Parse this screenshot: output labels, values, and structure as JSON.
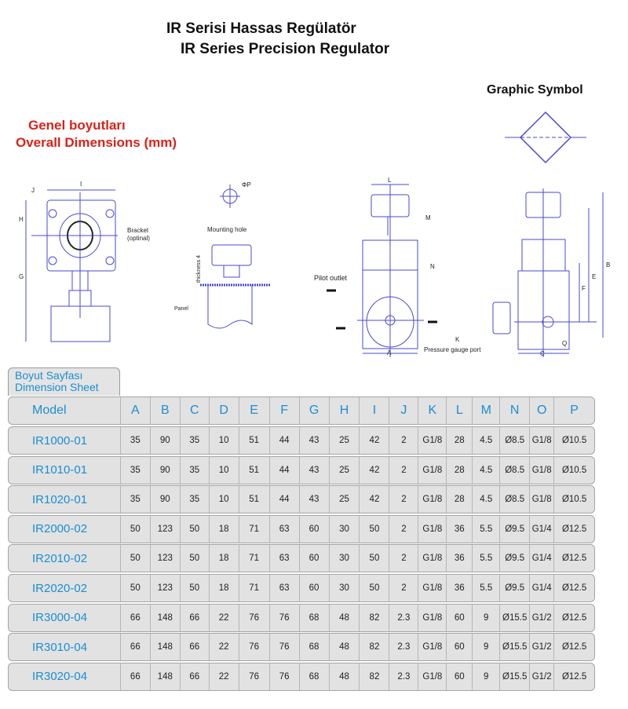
{
  "title_tr": "IR Serisi Hassas Regülatör",
  "title_en": "IR Series Precision Regulator",
  "graphic_symbol": "Graphic Symbol",
  "dims_tr": "Genel boyutları",
  "dims_en": "Overall Dimensions  (mm)",
  "drawing_labels": {
    "I": "I",
    "J": "J",
    "H": "H",
    "G": "G",
    "bracket1": "Bracket",
    "bracket2": "(optinal)",
    "P": "ΦP",
    "mounting_hole": "Mounting hole",
    "thickness": "thickness 4",
    "panel": "Panel",
    "L": "L",
    "M": "M",
    "N": "N",
    "pilot_outlet": "Pilot outlet",
    "K": "K",
    "A": "A",
    "gauge_port": "Pressure gauge port",
    "B": "B",
    "E": "E",
    "F": "F",
    "C": "C",
    "Q": "Q"
  },
  "sheet_tab": {
    "line1": "Boyut Sayfası",
    "line2": "Dimension Sheet"
  },
  "headers": [
    "Model",
    "A",
    "B",
    "C",
    "D",
    "E",
    "F",
    "G",
    "H",
    "I",
    "J",
    "K",
    "L",
    "M",
    "N",
    "O",
    "P"
  ],
  "rows": [
    [
      "IR1000-01",
      "35",
      "90",
      "35",
      "10",
      "51",
      "44",
      "43",
      "25",
      "42",
      "2",
      "G1/8",
      "28",
      "4.5",
      "Ø8.5",
      "G1/8",
      "Ø10.5"
    ],
    [
      "IR1010-01",
      "35",
      "90",
      "35",
      "10",
      "51",
      "44",
      "43",
      "25",
      "42",
      "2",
      "G1/8",
      "28",
      "4.5",
      "Ø8.5",
      "G1/8",
      "Ø10.5"
    ],
    [
      "IR1020-01",
      "35",
      "90",
      "35",
      "10",
      "51",
      "44",
      "43",
      "25",
      "42",
      "2",
      "G1/8",
      "28",
      "4.5",
      "Ø8.5",
      "G1/8",
      "Ø10.5"
    ],
    [
      "IR2000-02",
      "50",
      "123",
      "50",
      "18",
      "71",
      "63",
      "60",
      "30",
      "50",
      "2",
      "G1/8",
      "36",
      "5.5",
      "Ø9.5",
      "G1/4",
      "Ø12.5"
    ],
    [
      "IR2010-02",
      "50",
      "123",
      "50",
      "18",
      "71",
      "63",
      "60",
      "30",
      "50",
      "2",
      "G1/8",
      "36",
      "5.5",
      "Ø9.5",
      "G1/4",
      "Ø12.5"
    ],
    [
      "IR2020-02",
      "50",
      "123",
      "50",
      "18",
      "71",
      "63",
      "60",
      "30",
      "50",
      "2",
      "G1/8",
      "36",
      "5.5",
      "Ø9.5",
      "G1/4",
      "Ø12.5"
    ],
    [
      "IR3000-04",
      "66",
      "148",
      "66",
      "22",
      "76",
      "76",
      "68",
      "48",
      "82",
      "2.3",
      "G1/8",
      "60",
      "9",
      "Ø15.5",
      "G1/2",
      "Ø12.5"
    ],
    [
      "IR3010-04",
      "66",
      "148",
      "66",
      "22",
      "76",
      "76",
      "68",
      "48",
      "82",
      "2.3",
      "G1/8",
      "60",
      "9",
      "Ø15.5",
      "G1/2",
      "Ø12.5"
    ],
    [
      "IR3020-04",
      "66",
      "148",
      "66",
      "22",
      "76",
      "76",
      "68",
      "48",
      "82",
      "2.3",
      "G1/8",
      "60",
      "9",
      "Ø15.5",
      "G1/2",
      "Ø12.5"
    ]
  ]
}
